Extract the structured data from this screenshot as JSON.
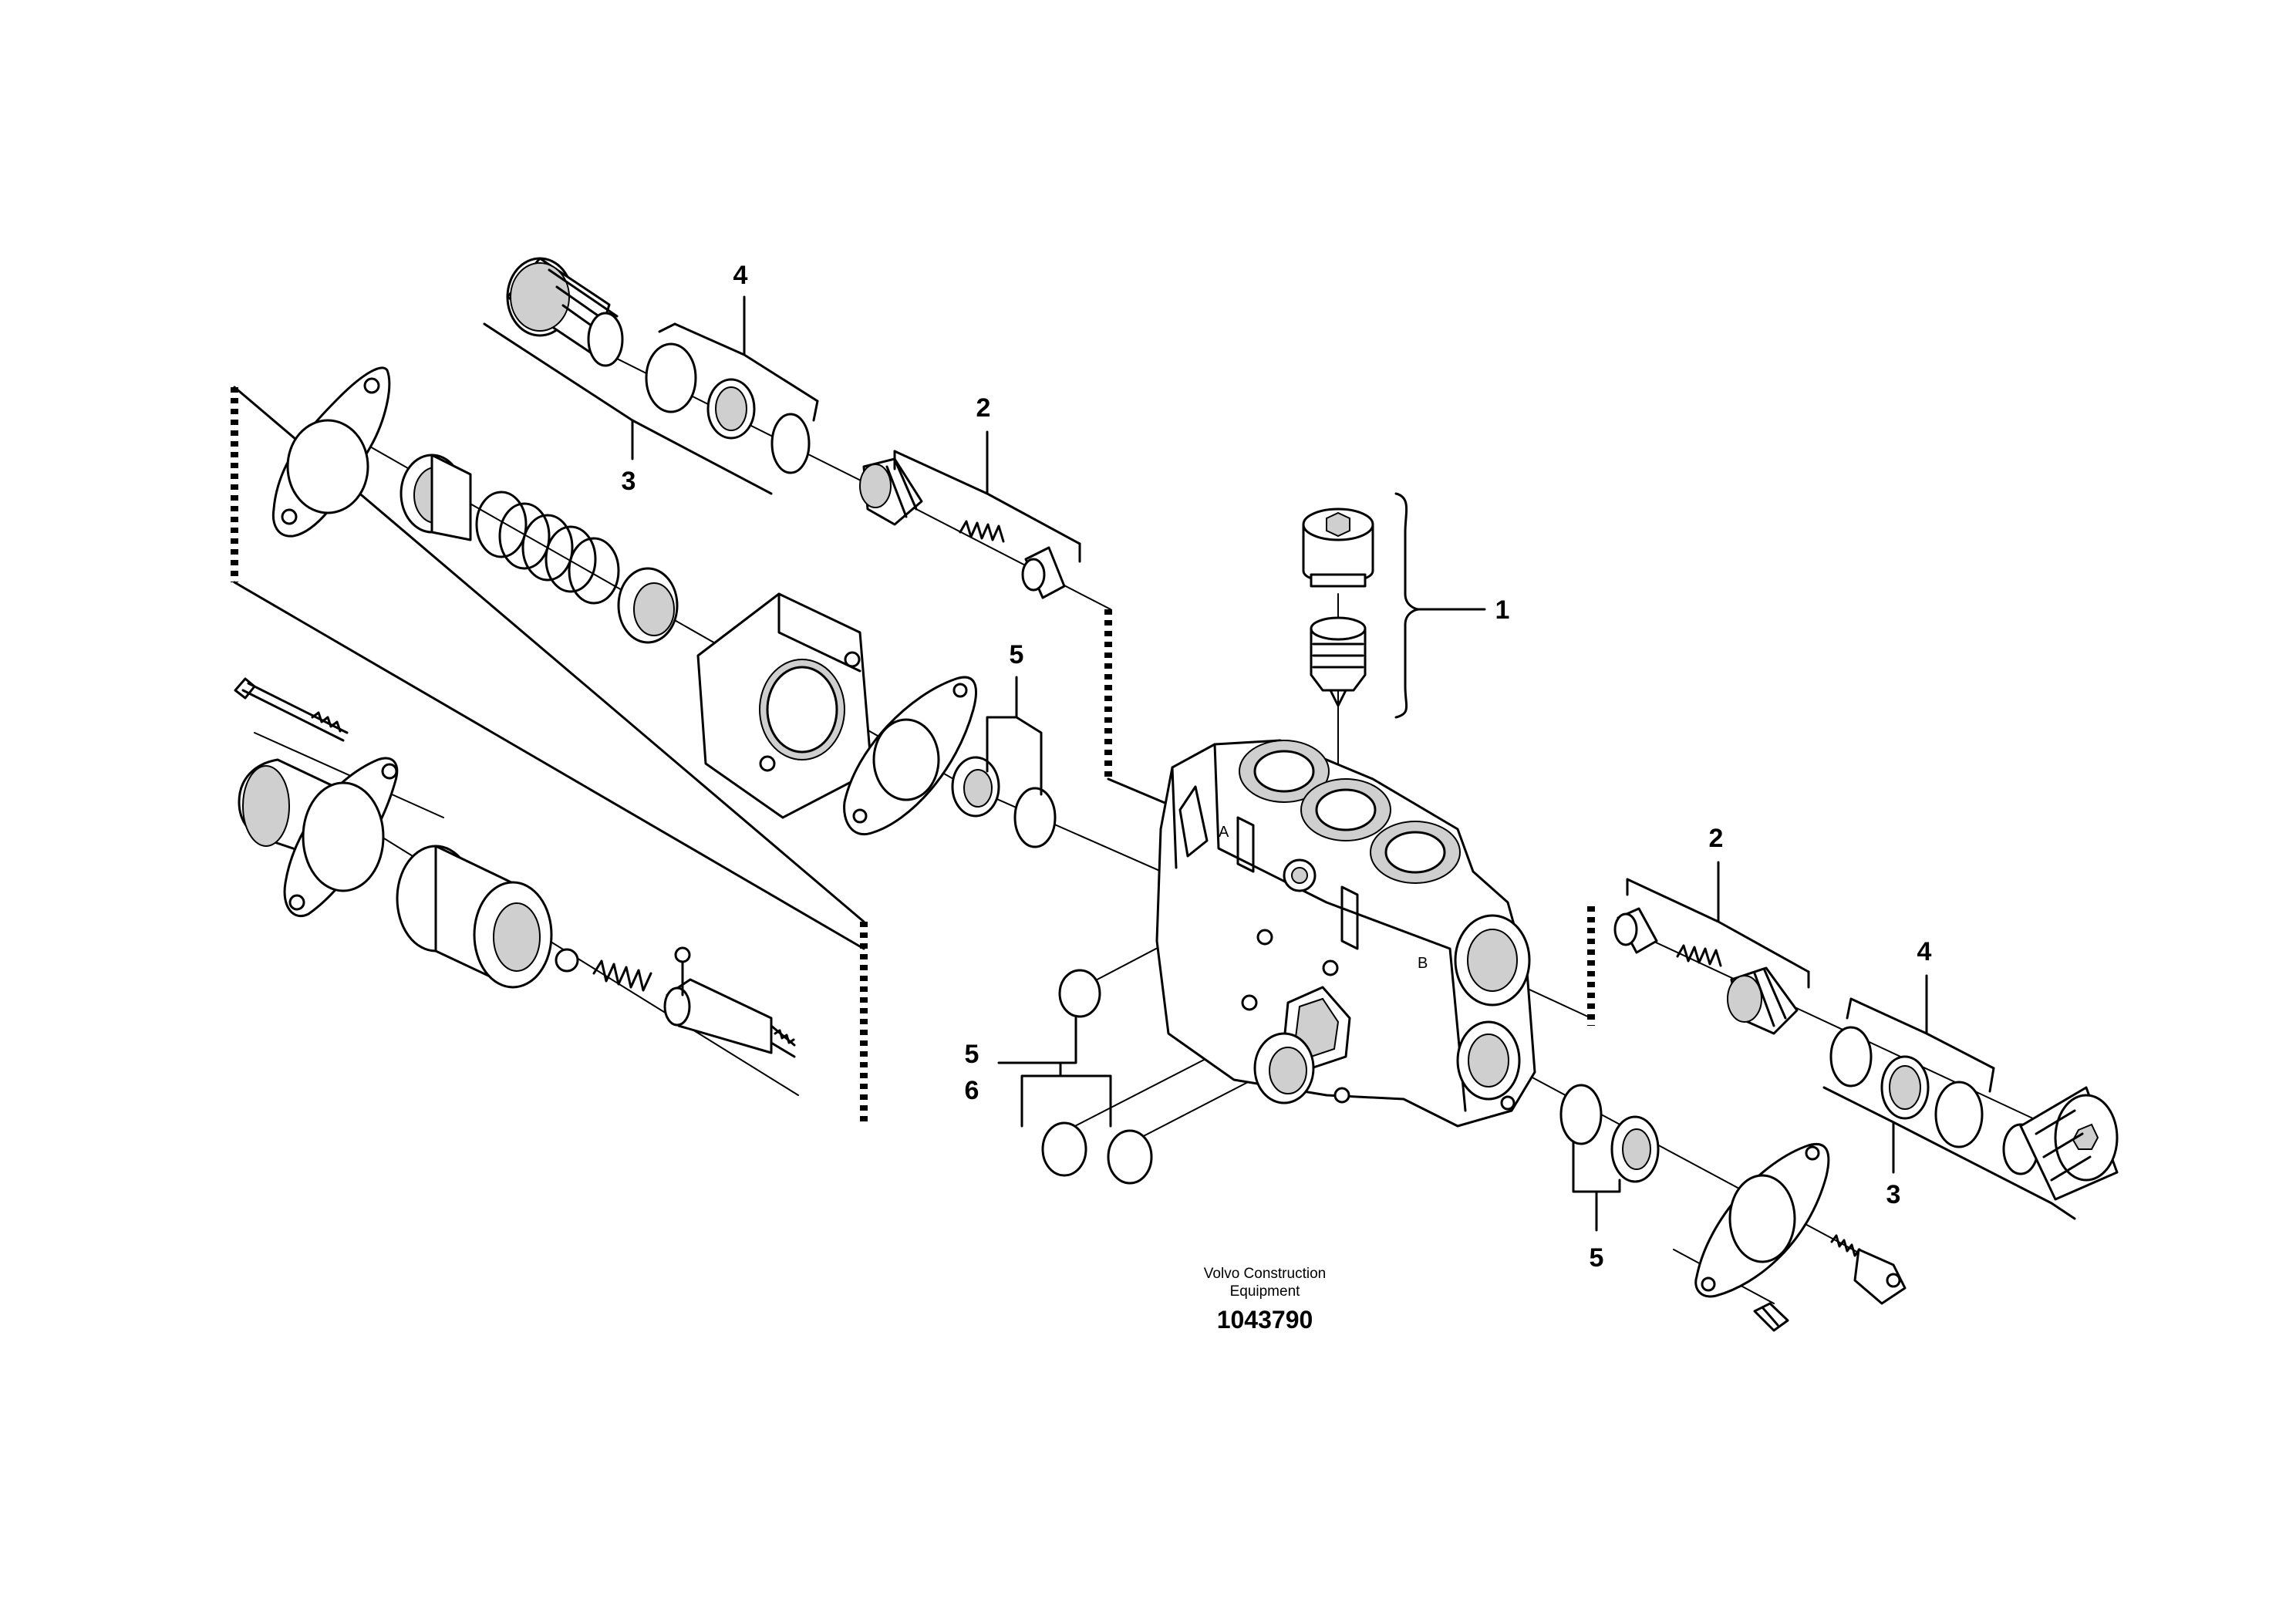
{
  "callouts": {
    "c1": "1",
    "c2_top": "2",
    "c2_right": "2",
    "c3_top": "3",
    "c3_right": "3",
    "c4_top": "4",
    "c4_right": "4",
    "c5_mid": "5",
    "c5_left": "5",
    "c5_bottom": "5",
    "c6": "6"
  },
  "footer": {
    "company_line1": "Volvo Construction",
    "company_line2": "Equipment",
    "drawing_number": "1043790"
  }
}
